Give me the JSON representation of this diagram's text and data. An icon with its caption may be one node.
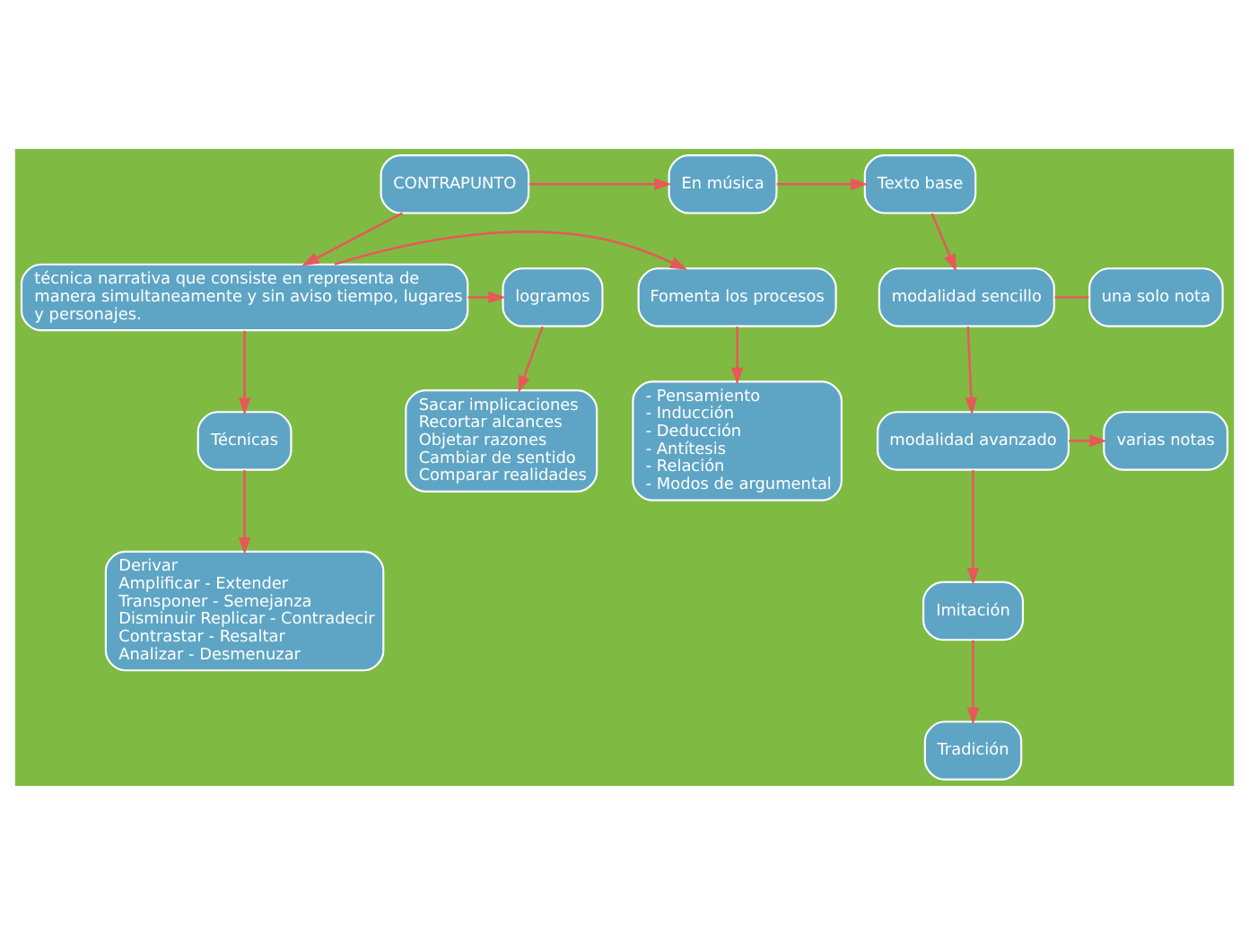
{
  "diagram": {
    "nodes": [
      {
        "text": [
          "CONTRAPUNTO"
        ]
      },
      {
        "text": [
          "En música"
        ]
      },
      {
        "text": [
          "Texto base"
        ]
      },
      {
        "text": [
          "Fomenta los procesos"
        ]
      },
      {
        "text": [
          "técnica narrativa que consiste en representa de manera simultaneamente y sin aviso tiempo, lugares y personajes."
        ]
      },
      {
        "text": [
          "logramos"
        ]
      },
      {
        "text": [
          "modalidad sencillo"
        ]
      },
      {
        "text": [
          "una solo nota"
        ]
      },
      {
        "text": [
          "Técnicas"
        ]
      },
      {
        "text": [
          "- Pensamiento",
          "- Inducción",
          "- Deducción",
          "- Antítesis",
          "- Relación",
          "- Modos de argumental"
        ]
      },
      {
        "text": [
          "Sacar implicaciones",
          "Recortar alcances",
          "Objetar razones",
          "Cambiar de sentido",
          "Comparar realidades"
        ]
      },
      {
        "text": [
          "modalidad avanzado"
        ]
      },
      {
        "text": [
          "varias notas"
        ]
      },
      {
        "text": [
          "Imitación"
        ]
      },
      {
        "text": [
          "Tradición"
        ]
      },
      {
        "text": [
          "Derivar",
          "Amplificar - Extender",
          "Transponer - Semejanza",
          "Disminuir Replicar - Contradecir",
          "Contrastar - Resaltar",
          "Analizar - Desmenuzar"
        ]
      }
    ],
    "edges": [
      {
        "from": 0,
        "to": 1,
        "arrow": "to"
      },
      {
        "from": 1,
        "to": 2,
        "arrow": "to"
      },
      {
        "from": 0,
        "to": 4,
        "arrow": "to"
      },
      {
        "from": 4,
        "to": 3,
        "arrow": "to"
      },
      {
        "from": 4,
        "to": 5,
        "arrow": "to"
      },
      {
        "from": 2,
        "to": 6,
        "arrow": "to"
      },
      {
        "from": 6,
        "to": 7,
        "arrow": "none"
      },
      {
        "from": 3,
        "to": 9,
        "arrow": "to"
      },
      {
        "from": 4,
        "to": 8,
        "arrow": "to"
      },
      {
        "from": 5,
        "to": 10,
        "arrow": "to"
      },
      {
        "from": 6,
        "to": 11,
        "arrow": "to"
      },
      {
        "from": 11,
        "to": 12,
        "arrow": "to"
      },
      {
        "from": 11,
        "to": 13,
        "arrow": "to"
      },
      {
        "from": 8,
        "to": 15,
        "arrow": "to"
      },
      {
        "from": 13,
        "to": 14,
        "arrow": "to"
      }
    ]
  }
}
